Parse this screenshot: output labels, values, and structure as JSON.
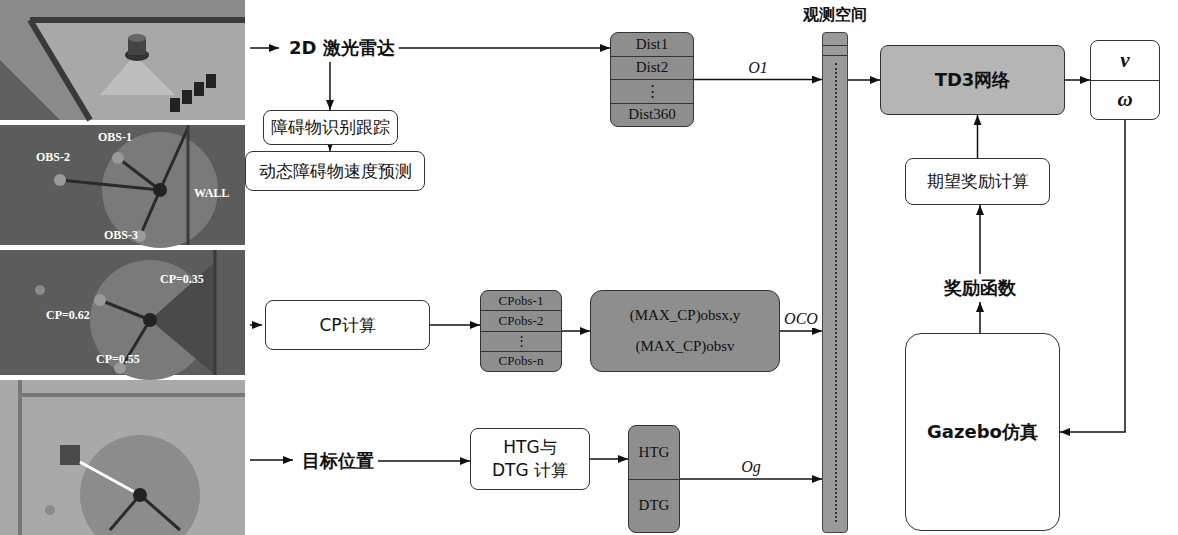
{
  "diagram": {
    "nodes": [
      {
        "text": [
          "2D 激光雷达"
        ]
      },
      {
        "text": [
          "障碍物识别跟踪"
        ]
      },
      {
        "text": [
          "动态障碍物速度预测"
        ]
      },
      {
        "text": [
          "Dist1",
          "Dist2",
          "⋮",
          "Dist360"
        ]
      },
      {
        "text": [
          "CP计算"
        ]
      },
      {
        "text": [
          "CPobs-1",
          "CPobs-2",
          "⋮",
          "CPobs-n"
        ]
      },
      {
        "text": [
          "(MAX_CP)obsx,y",
          "(MAX_CP)obsv"
        ]
      },
      {
        "text": [
          "目标位置"
        ]
      },
      {
        "text": [
          "HTG与DTG 计算"
        ]
      },
      {
        "text": [
          "HTG",
          "DTG"
        ]
      },
      {
        "text": [
          "观测空间"
        ]
      },
      {
        "text": [
          "TD3网络"
        ]
      },
      {
        "text": [
          "v",
          "ω"
        ]
      },
      {
        "text": [
          "期望奖励计算"
        ]
      },
      {
        "text": [
          "奖励函数"
        ]
      },
      {
        "text": [
          "Gazebo仿真"
        ]
      }
    ],
    "edges": [
      {
        "from": 0,
        "to": 3,
        "arrow": "to"
      },
      {
        "from": 0,
        "to": 1,
        "arrow": "to"
      },
      {
        "from": 1,
        "to": 2,
        "arrow": "to"
      },
      {
        "from": 3,
        "to": 10,
        "label": "O1",
        "arrow": "to"
      },
      {
        "from": 4,
        "to": 5,
        "arrow": "to"
      },
      {
        "from": 5,
        "to": 6,
        "arrow": "to"
      },
      {
        "from": 6,
        "to": 10,
        "label": "OCO",
        "arrow": "to"
      },
      {
        "from": 7,
        "to": 8,
        "arrow": "to"
      },
      {
        "from": 8,
        "to": 9,
        "arrow": "to"
      },
      {
        "from": 9,
        "to": 10,
        "label": "Og",
        "arrow": "to"
      },
      {
        "from": 10,
        "to": 11,
        "arrow": "to"
      },
      {
        "from": 11,
        "to": 12,
        "arrow": "to"
      },
      {
        "from": 12,
        "to": 15,
        "arrow": "to"
      },
      {
        "from": 15,
        "to": 14,
        "arrow": "to"
      },
      {
        "from": 14,
        "to": 13,
        "arrow": "to"
      },
      {
        "from": 13,
        "to": 11,
        "arrow": "to"
      }
    ],
    "labels": [
      "OBS-1",
      "OBS-2",
      "WALL",
      "OBS-3",
      "CP=0.35",
      "CP=0.62",
      "CP=0.55"
    ]
  }
}
